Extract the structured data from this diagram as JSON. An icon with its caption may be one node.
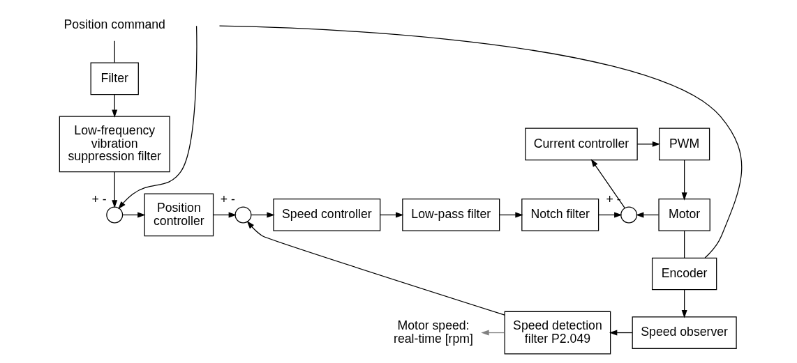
{
  "diagram": {
    "nodes": [
      {
        "text": [
          "Position command"
        ]
      },
      {
        "text": [
          "Filter"
        ]
      },
      {
        "text": [
          "Low-frequency vibration suppression filter"
        ]
      },
      {
        "text": [],
        "shape": "circle",
        "beside": [
          "+",
          "-"
        ]
      },
      {
        "text": [
          "Position controller"
        ]
      },
      {
        "text": [],
        "shape": "circle",
        "beside": [
          "+",
          "-"
        ]
      },
      {
        "text": [
          "Speed controller"
        ]
      },
      {
        "text": [
          "Low-pass filter"
        ]
      },
      {
        "text": [
          "Notch filter"
        ]
      },
      {
        "text": [],
        "shape": "circle",
        "beside": [
          "+",
          "-"
        ]
      },
      {
        "text": [
          "Current controller"
        ]
      },
      {
        "text": [
          "PWM"
        ]
      },
      {
        "text": [
          "Motor"
        ]
      },
      {
        "text": [
          "Encoder"
        ]
      },
      {
        "text": [
          "Speed observer"
        ]
      },
      {
        "text": [
          "Speed detection filter P2.049"
        ]
      },
      {
        "text": [
          "Motor speed: real-time [rpm]"
        ]
      }
    ],
    "edges": [
      {
        "from": 0,
        "to": 1,
        "arrow": "none"
      },
      {
        "from": 1,
        "to": 2,
        "arrow": "to"
      },
      {
        "from": 2,
        "to": 3,
        "arrow": "to"
      },
      {
        "from": 3,
        "to": 4,
        "arrow": "to"
      },
      {
        "from": 4,
        "to": 5,
        "arrow": "to"
      },
      {
        "from": 5,
        "to": 6,
        "arrow": "to"
      },
      {
        "from": 6,
        "to": 7,
        "arrow": "to"
      },
      {
        "from": 7,
        "to": 8,
        "arrow": "to"
      },
      {
        "from": 8,
        "to": 9,
        "arrow": "to"
      },
      {
        "from": 9,
        "to": 10,
        "arrow": "to"
      },
      {
        "from": 10,
        "to": 11,
        "arrow": "to"
      },
      {
        "from": 11,
        "to": 12,
        "arrow": "to"
      },
      {
        "from": 12,
        "to": 9,
        "arrow": "to"
      },
      {
        "from": 12,
        "to": 13,
        "arrow": "none"
      },
      {
        "from": 13,
        "to": 14,
        "arrow": "to"
      },
      {
        "from": 13,
        "to": null,
        "arrow": "none"
      },
      {
        "from": null,
        "to": 3,
        "arrow": "to"
      },
      {
        "from": 14,
        "to": 15,
        "arrow": "to"
      },
      {
        "from": 15,
        "to": 5,
        "arrow": "to"
      },
      {
        "from": 15,
        "to": 16,
        "arrow": "to",
        "color": "#808080"
      }
    ]
  }
}
